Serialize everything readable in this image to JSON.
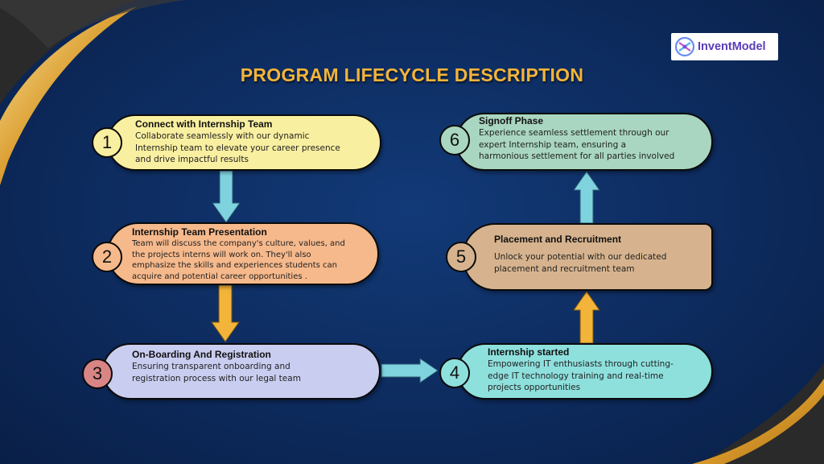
{
  "title": "PROGRAM LIFECYCLE DESCRIPTION",
  "logo": {
    "text": "InventModel",
    "icon": "brain-logo-icon"
  },
  "steps": [
    {
      "number": "1",
      "title": "Connect with Internship Team",
      "lines": [
        "Collaborate seamlessly with our dynamic",
        "Internship team to elevate your career presence",
        "and drive impactful results"
      ],
      "color": "#f9efa0",
      "circle_color": "#f9efa0"
    },
    {
      "number": "2",
      "title": "Internship Team Presentation",
      "lines": [
        "Team will discuss the company's culture, values, and",
        "the projects interns will work on. They'll also",
        "emphasize the skills and experiences students can",
        "acquire and potential career opportunities ."
      ],
      "color": "#f6b98c",
      "circle_color": "#f6b98c"
    },
    {
      "number": "3",
      "title": "On-Boarding And Registration",
      "lines": [
        "Ensuring transparent onboarding and",
        "registration process with our legal team"
      ],
      "color": "#c9cdf0",
      "circle_color": "#d98585"
    },
    {
      "number": "4",
      "title": "Internship started",
      "lines": [
        "Empowering IT enthusiasts through cutting-",
        "edge IT technology training and real-time",
        "projects opportunities"
      ],
      "color": "#8ee0dd",
      "circle_color": "#8ee0dd"
    },
    {
      "number": "5",
      "title": "Placement and Recruitment",
      "lines": [
        "Unlock your potential with our dedicated",
        "placement and recruitment team"
      ],
      "color": "#d6b38e",
      "circle_color": "#d6b38e"
    },
    {
      "number": "6",
      "title": "Signoff Phase",
      "lines": [
        "Experience seamless settlement through our",
        "expert Internship team, ensuring a",
        "harmonious settlement for all parties involved"
      ],
      "color": "#a9d6c0",
      "circle_color": "#a9d6c0"
    }
  ],
  "arrows": [
    {
      "from": "1",
      "to": "2",
      "color": "#7fd3df"
    },
    {
      "from": "2",
      "to": "3",
      "color": "#f3b43a"
    },
    {
      "from": "3",
      "to": "4",
      "color": "#7fd3df"
    },
    {
      "from": "4",
      "to": "5",
      "color": "#f3b43a"
    },
    {
      "from": "5",
      "to": "6",
      "color": "#7fd3df"
    }
  ],
  "colors": {
    "background": "#0d2b5e",
    "title": "#f3b43a",
    "accent_gold": "#e0a83a"
  }
}
